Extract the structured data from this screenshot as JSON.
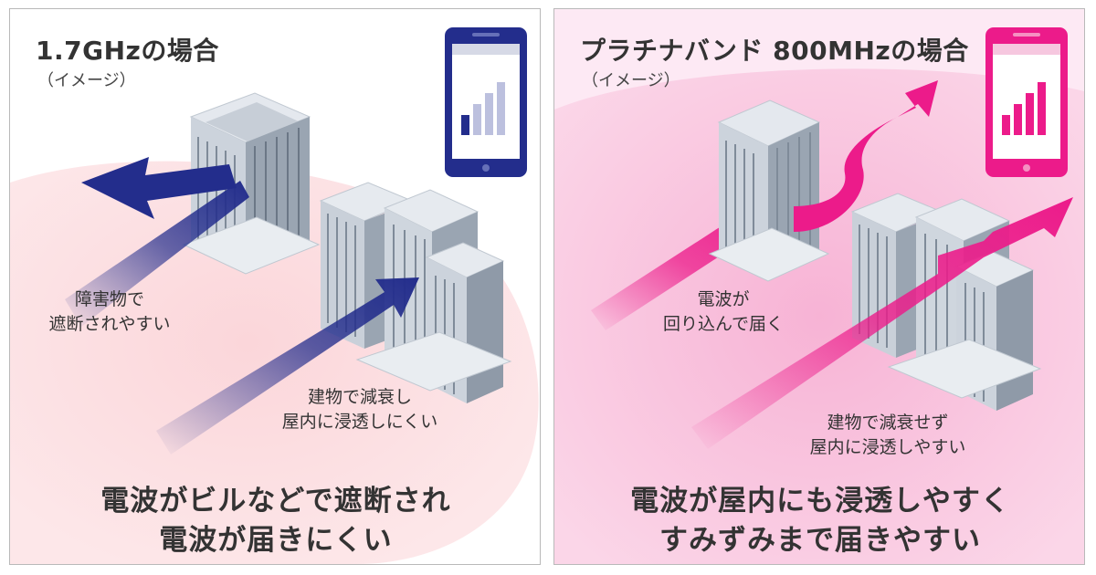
{
  "panels": {
    "left": {
      "title": "1.7GHzの場合",
      "subtitle": "（イメージ）",
      "label_blocked": [
        "障害物で",
        "遮断されやすい"
      ],
      "label_attenuate": [
        "建物で減衰し",
        "屋内に浸透しにくい"
      ],
      "headline": [
        "電波がビルなどで遮断され",
        "電波が届きにくい"
      ],
      "signal_bars_active": 1,
      "signal_bars_total": 4
    },
    "right": {
      "title": "プラチナバンド 800MHzの場合",
      "subtitle": "（イメージ）",
      "label_diffract": [
        "電波が",
        "回り込んで届く"
      ],
      "label_penetrate": [
        "建物で減衰せず",
        "屋内に浸透しやすい"
      ],
      "headline": [
        "電波が屋内にも浸透しやすく",
        "すみずみまで届きやすい"
      ],
      "signal_bars_active": 4,
      "signal_bars_total": 4
    }
  },
  "colors": {
    "navy": "#232d8c",
    "navy_light": "#bcc0de",
    "magenta": "#ec1b8a",
    "magenta_light": "#f9cfe4",
    "pink_bg": "#fde9f4",
    "blob_left": "#fbd9dc",
    "building_light": "#d6dde4",
    "building_mid": "#b3bcc6",
    "building_dark": "#7a8794"
  }
}
